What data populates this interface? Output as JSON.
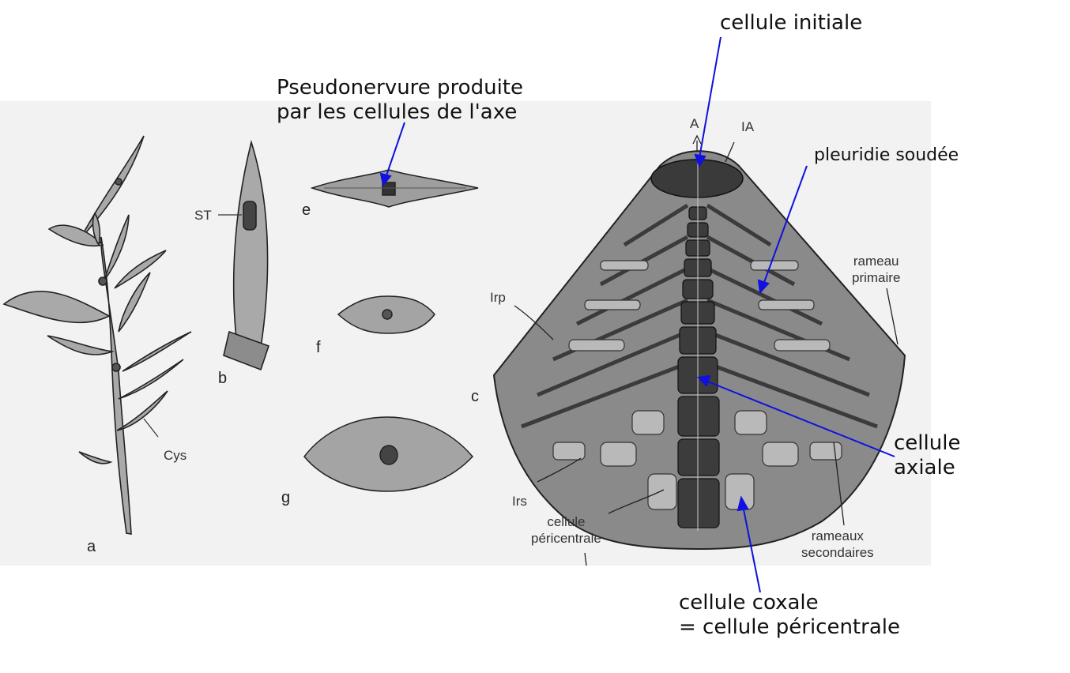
{
  "annotations": {
    "cellule_initiale": "cellule initiale",
    "pseudonervure_line1": "Pseudonervure produite",
    "pseudonervure_line2": "par les cellules de l'axe",
    "pleuridie_soudee": "pleuridie soudée",
    "cellule_axiale_line1": "cellule",
    "cellule_axiale_line2": "axiale",
    "cellule_coxale_line1": "cellule coxale",
    "cellule_coxale_line2": "= cellule péricentrale"
  },
  "figure_labels": {
    "a": "a",
    "b": "b",
    "c": "c",
    "e": "e",
    "f": "f",
    "g": "g",
    "ST": "ST",
    "Cys": "Cys",
    "A": "A",
    "IA": "IA",
    "Irp": "Irp",
    "Irs": "Irs",
    "rameau_primaire_1": "rameau",
    "rameau_primaire_2": "primaire",
    "rameaux_secondaires_1": "rameaux",
    "rameaux_secondaires_2": "secondaires",
    "cellule_pericentrale_1": "cellule",
    "cellule_pericentrale_2": "péricentrale"
  },
  "colors": {
    "annotation_arrow": "#1010e0",
    "scan_background": "#f2f2f2",
    "tissue_gray": "#8a8a8a",
    "tissue_dark": "#3c3c3c",
    "cell_light": "#b8b8b8"
  }
}
